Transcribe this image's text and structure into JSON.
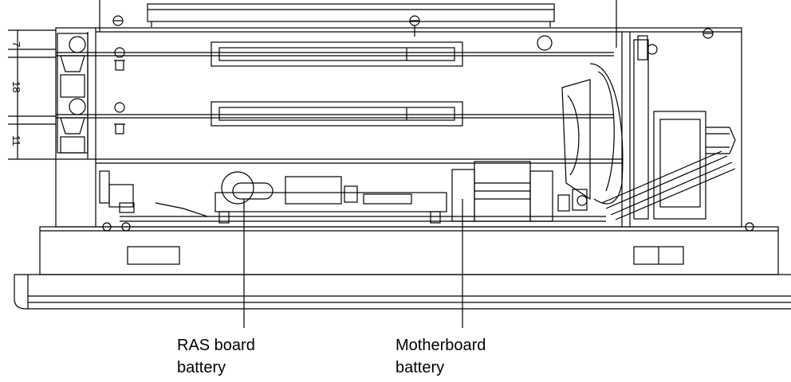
{
  "dimensions": [
    "7",
    "18",
    "11"
  ],
  "callouts": {
    "ras_battery": {
      "line1": "RAS board",
      "line2": "battery"
    },
    "mb_battery": {
      "line1": "Motherboard",
      "line2": "battery"
    }
  },
  "colors": {
    "line": "#000000",
    "background": "#ffffff"
  }
}
